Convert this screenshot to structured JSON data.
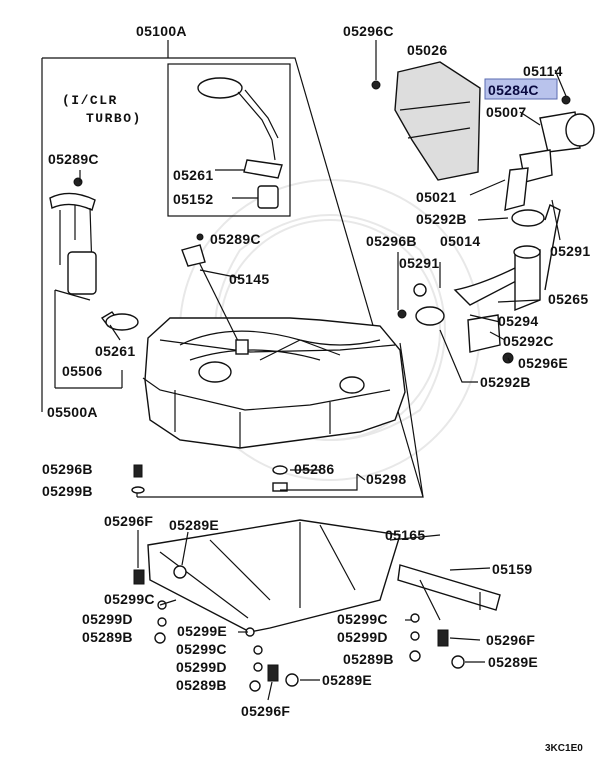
{
  "diagram": {
    "note": [
      "(I/CLR",
      "TURBO)"
    ],
    "corner_code": "3KC1E0",
    "highlight_color": "#b9c3ec",
    "labels": [
      "05100A",
      "05296C",
      "05026",
      "05114",
      "05284C",
      "05007",
      "05289C",
      "05261",
      "05152",
      "05021",
      "05292B",
      "05291",
      "05289C",
      "05296B",
      "05014",
      "05145",
      "05291",
      "05265",
      "05294",
      "05292C",
      "05296E",
      "05261",
      "05506",
      "05500A",
      "05292B",
      "05296B",
      "05286",
      "05298",
      "05299B",
      "05296F",
      "05289E",
      "05165",
      "05159",
      "05299C",
      "05299D",
      "05289B",
      "05299E",
      "05299C",
      "05299D",
      "05299C",
      "05299D",
      "05289B",
      "05296F",
      "05289E",
      "05289B",
      "05289E",
      "05296F"
    ]
  }
}
